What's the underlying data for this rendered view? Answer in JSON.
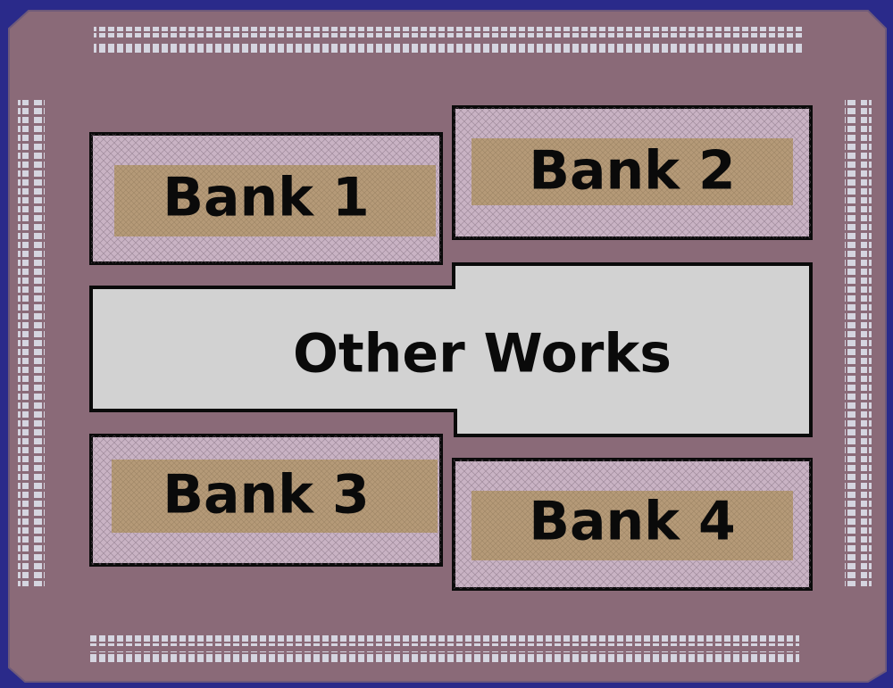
{
  "diagram": {
    "blocks": [
      {
        "id": "bank-1",
        "label": "Bank 1"
      },
      {
        "id": "bank-2",
        "label": "Bank 2"
      },
      {
        "id": "other-works",
        "label": "Other Works"
      },
      {
        "id": "bank-3",
        "label": "Bank 3"
      },
      {
        "id": "bank-4",
        "label": "Bank 4"
      }
    ]
  },
  "colors": {
    "border": "#2a2a8a",
    "die": "#8a6a78",
    "pad": "#cfcfdc",
    "bank_frame": "#c9b3c4",
    "bank_core": "#b59a78",
    "other_works": "#d2d2d2",
    "outline": "#0a0a0a"
  }
}
